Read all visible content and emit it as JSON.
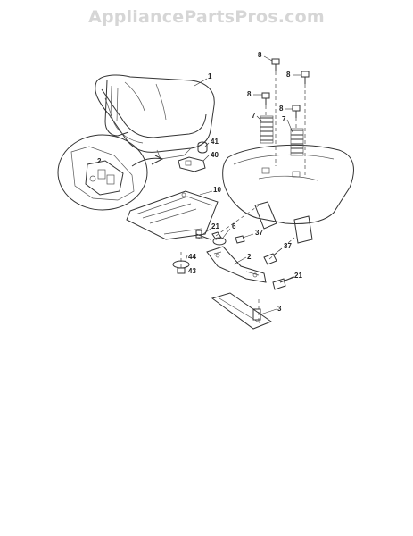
{
  "watermark": "AppliancePartsPros.com",
  "callouts": {
    "seat": "1",
    "bracket": "2",
    "plate": "3",
    "spring_left": "7",
    "spring_right": "7",
    "bolt_top_left": "8",
    "bolt_top_right": "8",
    "bolt_mid_left": "8",
    "bolt_mid_right": "8",
    "seat_pan": "10",
    "bolt_pan": "21",
    "bolt_bracket": "21",
    "washer_left": "6",
    "nut_left": "37",
    "nut_right": "37",
    "latch": "40",
    "knob": "41",
    "washer_small": "43",
    "knob_small": "44",
    "inset": "2"
  },
  "colors": {
    "line": "#333333",
    "watermark": "#d6d6d6"
  }
}
